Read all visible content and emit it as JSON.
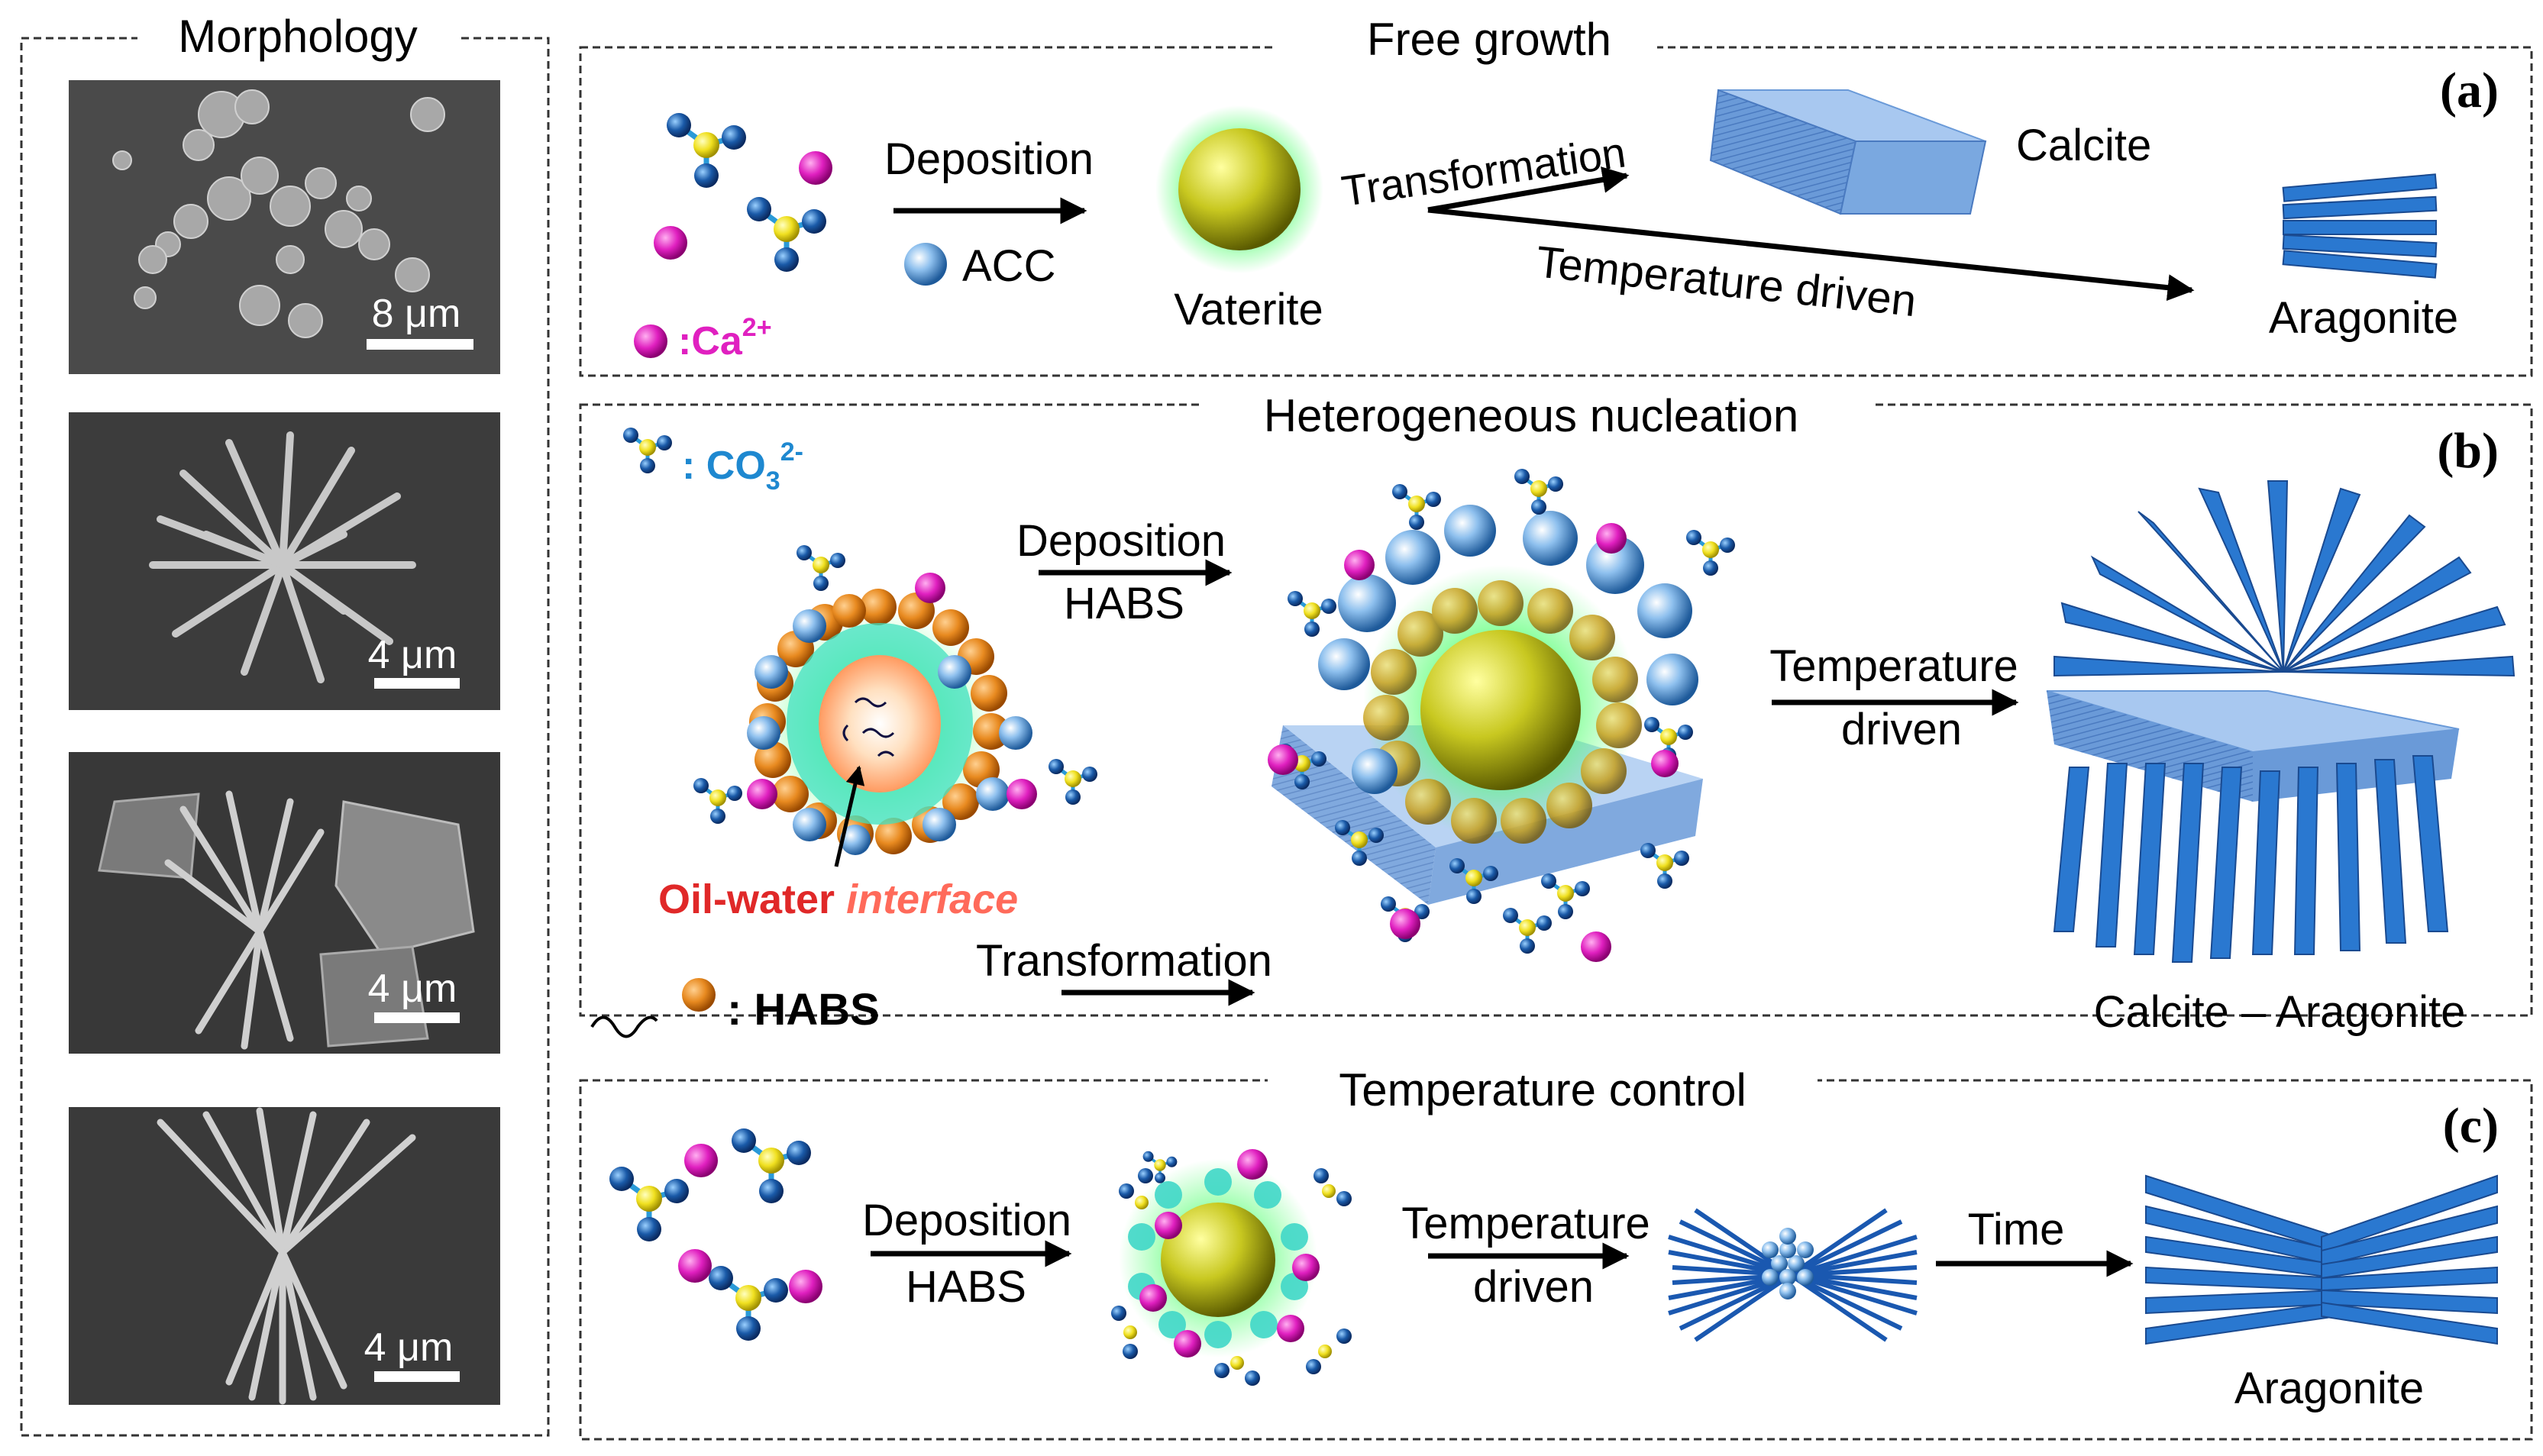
{
  "morphology": {
    "title": "Morphology",
    "scale_bars": [
      "8 μm",
      "4 μm",
      "4 μm",
      "4 μm"
    ]
  },
  "panel_a": {
    "title": "Free growth",
    "label": "(a)",
    "deposition": "Deposition",
    "acc": "ACC",
    "ca_legend": ":Ca",
    "ca_charge": "2+",
    "vaterite": "Vaterite",
    "transformation": "Transformation",
    "calcite": "Calcite",
    "temperature_driven": "Temperature   driven",
    "aragonite": "Aragonite"
  },
  "panel_b": {
    "title": "Heterogeneous  nucleation",
    "label": "(b)",
    "co3_legend": ": CO",
    "co3_sub": "3",
    "co3_sup": "2-",
    "deposition": "Deposition",
    "habs": "HABS",
    "oil_water": "Oil-water",
    "interface": "interface",
    "habs_legend": ": HABS",
    "transformation": "Transformation",
    "temperature": "Temperature",
    "driven": "driven",
    "calcite_aragonite": "Calcite – Aragonite"
  },
  "panel_c": {
    "title": "Temperature   control",
    "label": "(c)",
    "deposition": "Deposition",
    "habs": "HABS",
    "temperature": "Temperature",
    "driven": "driven",
    "time": "Time",
    "aragonite": "Aragonite"
  },
  "colors": {
    "ca_ion": "#e020c0",
    "carbonate_center": "#f0e020",
    "carbonate_oxygen": "#1a5aa8",
    "acc_sphere": "#5a9ad8",
    "vaterite": "#c8c820",
    "crystal_blue": "#2a78d0",
    "habs_orange": "#e88a20",
    "interface_red": "#e02828",
    "co3_label": "#1e88d0"
  }
}
